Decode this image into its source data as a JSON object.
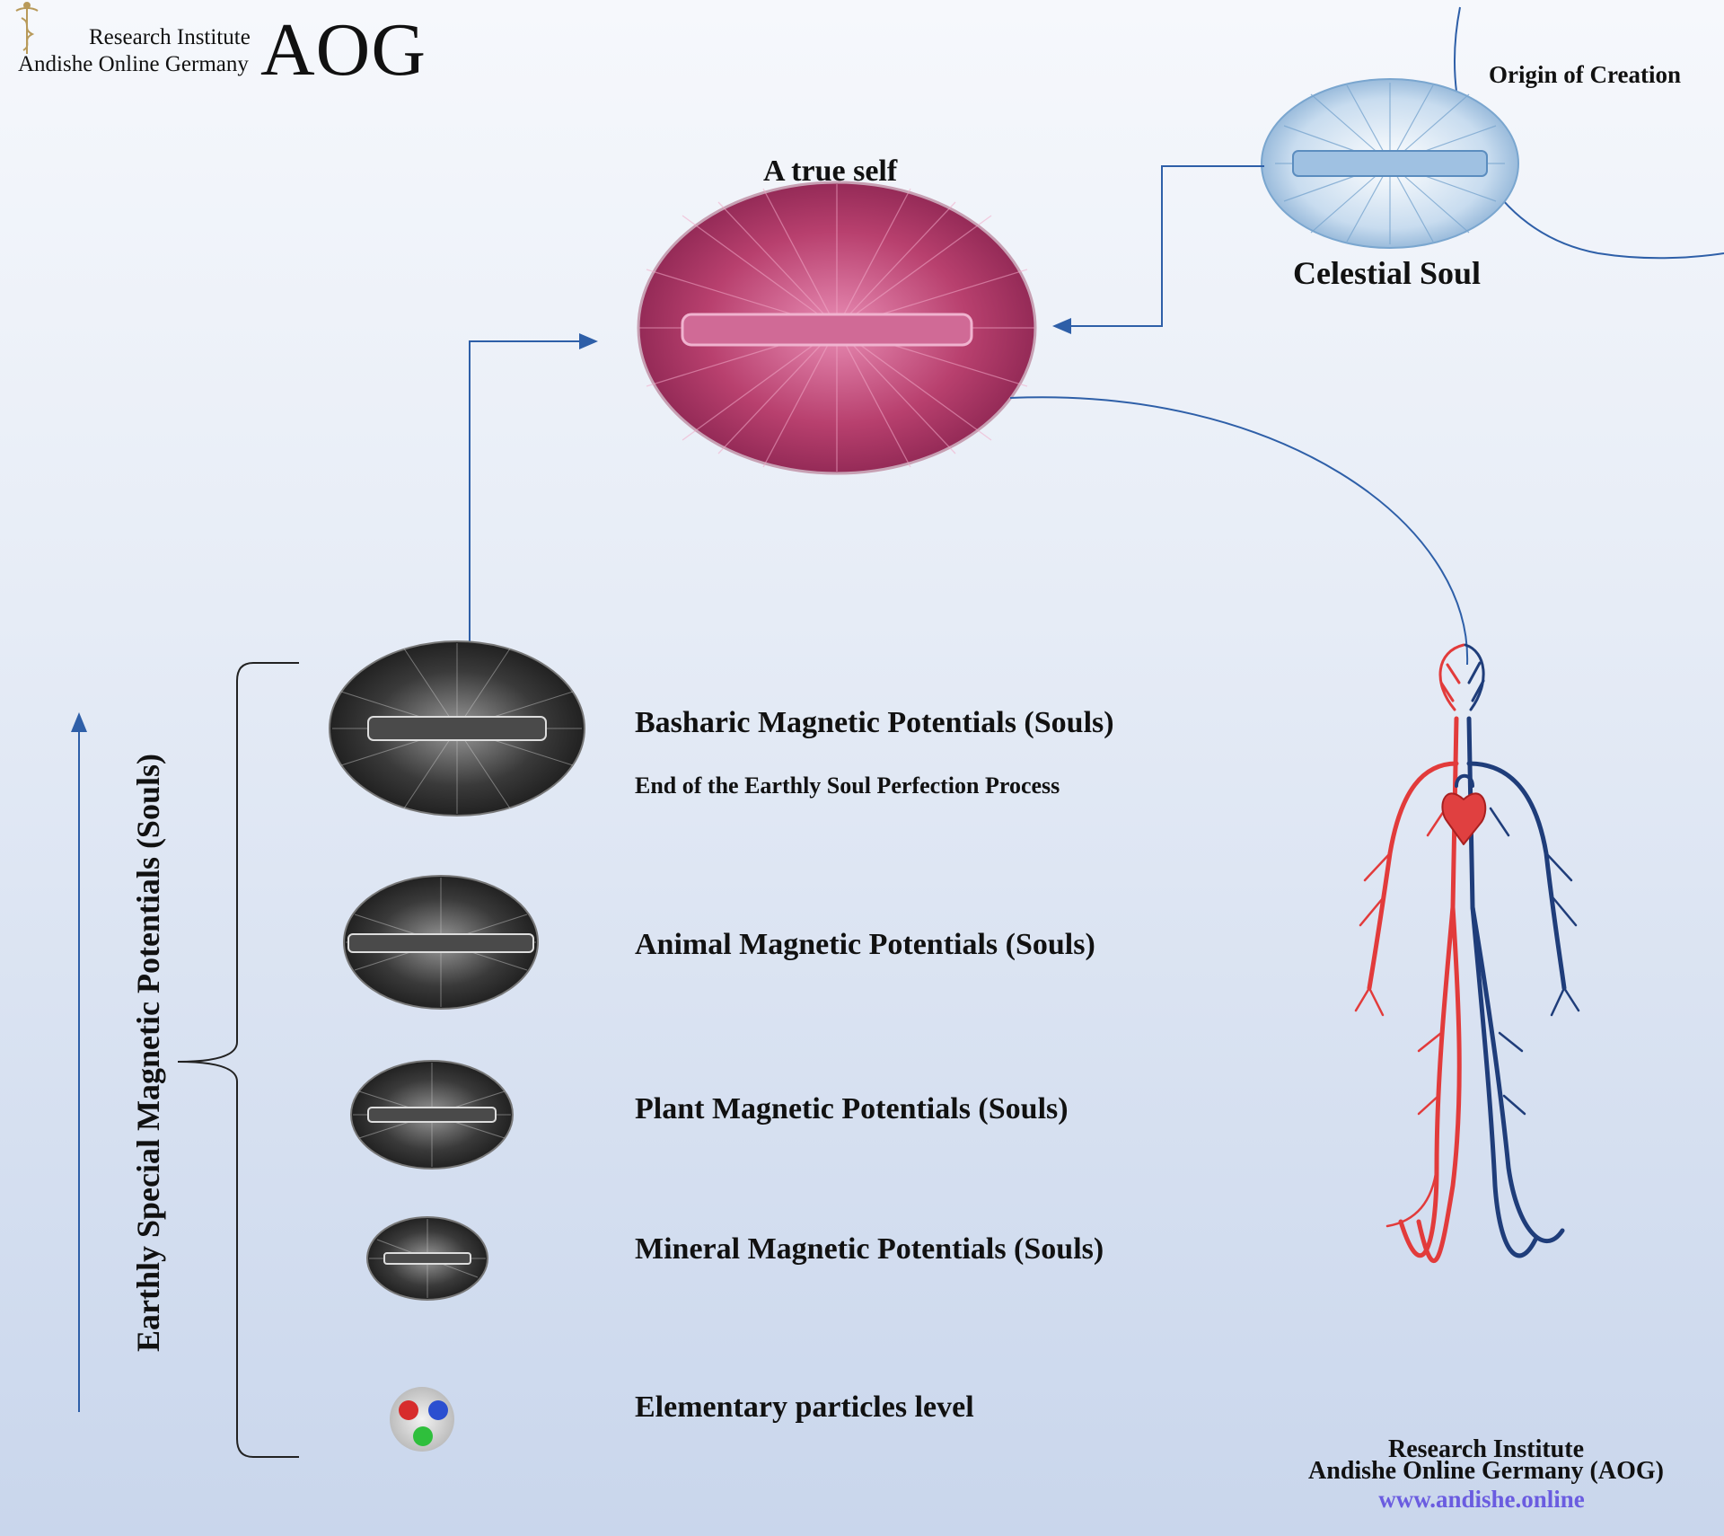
{
  "logo": {
    "line1": "Research Institute",
    "line2": "Andishe Online Germany",
    "mark": "AOG",
    "icon": "caduceus-icon"
  },
  "top": {
    "origin_label": "Origin of Creation",
    "true_self_label": "A true self",
    "celestial_label": "Celestial Soul"
  },
  "side": {
    "vertical_label": "Earthly Special Magnetic Potentials (Souls)"
  },
  "levels": [
    {
      "label": "Basharic Magnetic Potentials (Souls)",
      "sublabel": "End of the Earthly Soul Perfection Process"
    },
    {
      "label": "Animal Magnetic Potentials (Souls)"
    },
    {
      "label": "Plant Magnetic Potentials (Souls)"
    },
    {
      "label": "Mineral Magnetic Potentials (Souls)"
    },
    {
      "label": "Elementary particles level"
    }
  ],
  "footer": {
    "line1": "Research Institute",
    "line2": "Andishe Online Germany (AOG)",
    "url": "www.andishe.online"
  },
  "colors": {
    "true_self": "#b0406a",
    "celestial": "#7aa6cf",
    "earthly": "#2a2a2a",
    "connector": "#2e5fa8",
    "artery": "#e23b3b",
    "vein": "#1f3d7a",
    "url": "#6a5ce0"
  }
}
